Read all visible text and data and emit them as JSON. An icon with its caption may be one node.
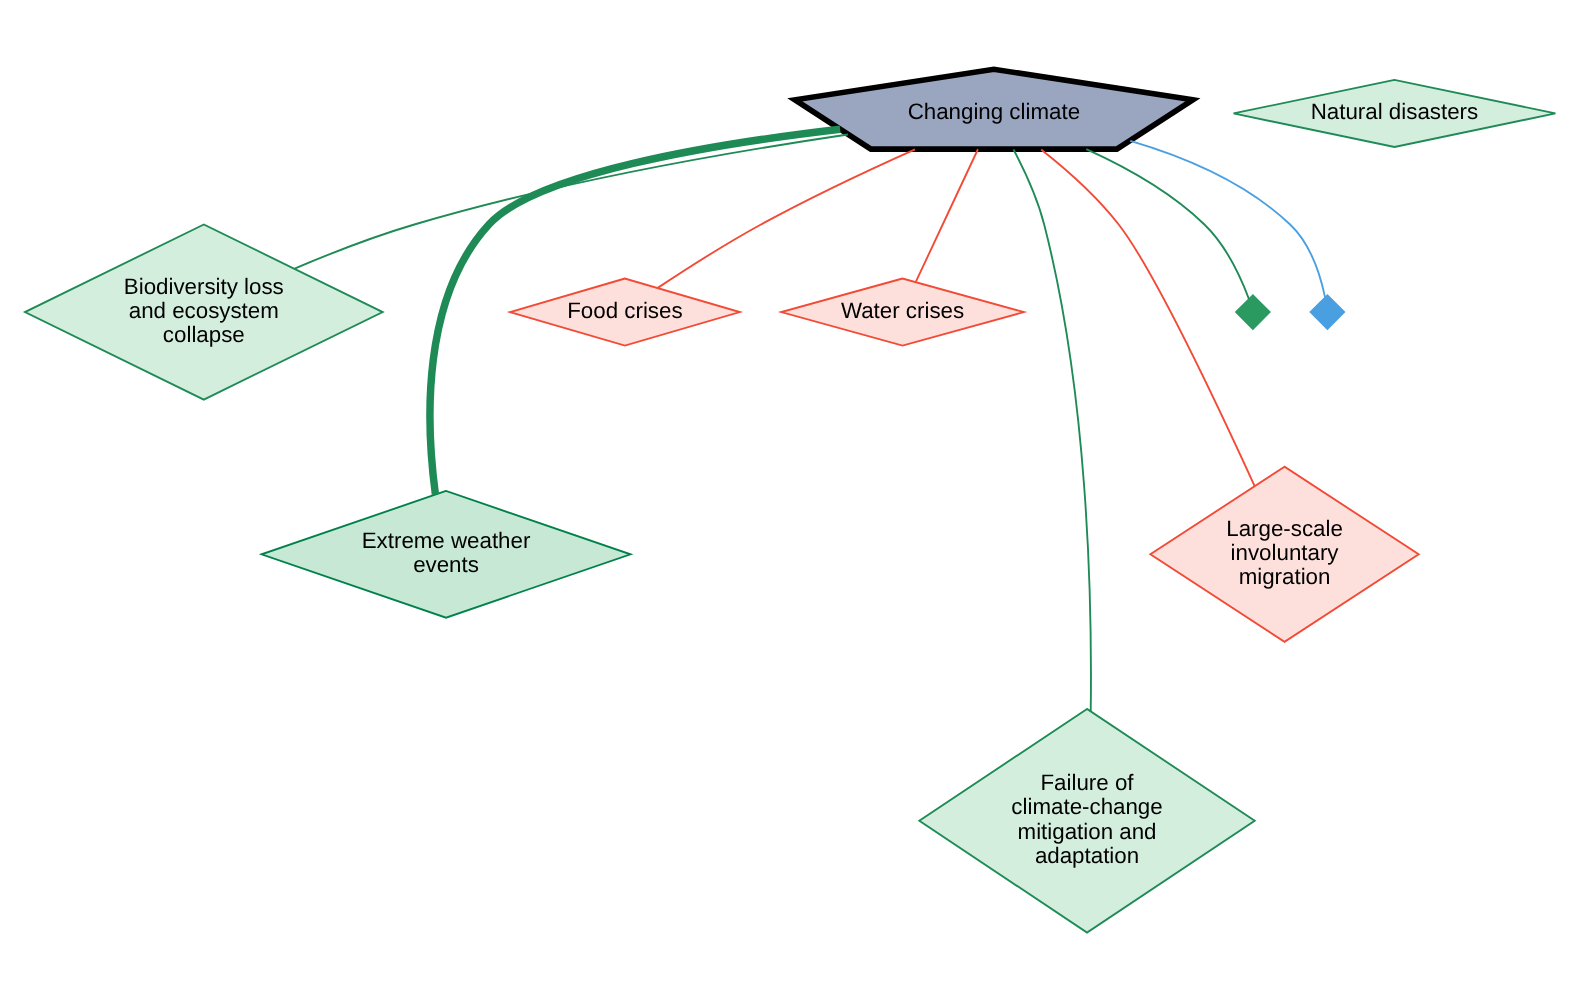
{
  "diagram": {
    "nodes": [
      {
        "text": [
          "Changing climate"
        ]
      },
      {
        "text": [
          "Biodiversity loss and ecosystem collapse"
        ]
      },
      {
        "text": [
          "Natural disasters"
        ]
      },
      {
        "text": [
          "Extreme weather events"
        ]
      },
      {
        "text": [
          "Food crises"
        ]
      },
      {
        "text": [
          "Water crises"
        ]
      },
      {
        "text": [
          "Failure of climate-change mitigation and adaptation"
        ]
      },
      {
        "text": [
          "Large-scale involuntary migration"
        ]
      },
      {
        "text": [],
        "shape": "diamond"
      },
      {
        "text": [],
        "shape": "diamond"
      }
    ],
    "edges": [
      {
        "from": 0,
        "to": 1,
        "arrow": "none",
        "color": "#1e8a55"
      },
      {
        "from": 0,
        "to": 3,
        "arrow": "none",
        "color": "#1e8a55",
        "style": "thick"
      },
      {
        "from": 0,
        "to": 8,
        "arrow": "none",
        "color": "#1e8a55"
      },
      {
        "from": 0,
        "to": 4,
        "arrow": "none",
        "color": "#f24a35"
      },
      {
        "from": 0,
        "to": 6,
        "arrow": "none",
        "color": "#1e8a55"
      },
      {
        "from": 0,
        "to": 5,
        "arrow": "none",
        "color": "#f24a35"
      },
      {
        "from": 0,
        "to": 7,
        "arrow": "none",
        "color": "#f24a35"
      },
      {
        "from": 0,
        "to": 9,
        "arrow": "none",
        "color": "#4a9fe0"
      }
    ]
  }
}
